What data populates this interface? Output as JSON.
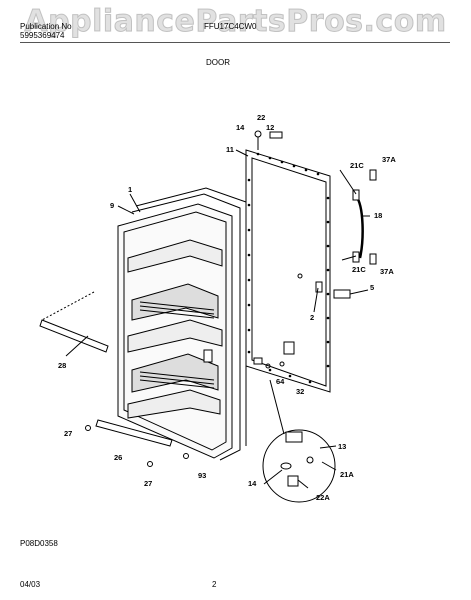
{
  "watermark": "AppliancePartsPros.com",
  "header": {
    "publication_no": "Publication No",
    "part_no": "5995369474",
    "model": "FFU17C4CW0",
    "section": "DOOR"
  },
  "callouts": {
    "c1": "1",
    "c9": "9",
    "c11": "11",
    "c12": "12",
    "c14top": "14",
    "c22": "22",
    "c21c_top": "21C",
    "c37a_top": "37A",
    "c18": "18",
    "c21c_bot": "21C",
    "c37a_bot": "37A",
    "c5": "5",
    "c2": "2",
    "c28": "28",
    "c27a": "27",
    "c26": "26",
    "c27b": "27",
    "c93": "93",
    "c64": "64",
    "c32": "32",
    "c13": "13",
    "c14": "14",
    "c21a": "21A",
    "c22a": "22A"
  },
  "footer": {
    "drawing_code": "P08D0358",
    "date": "04/03",
    "page": "2"
  }
}
